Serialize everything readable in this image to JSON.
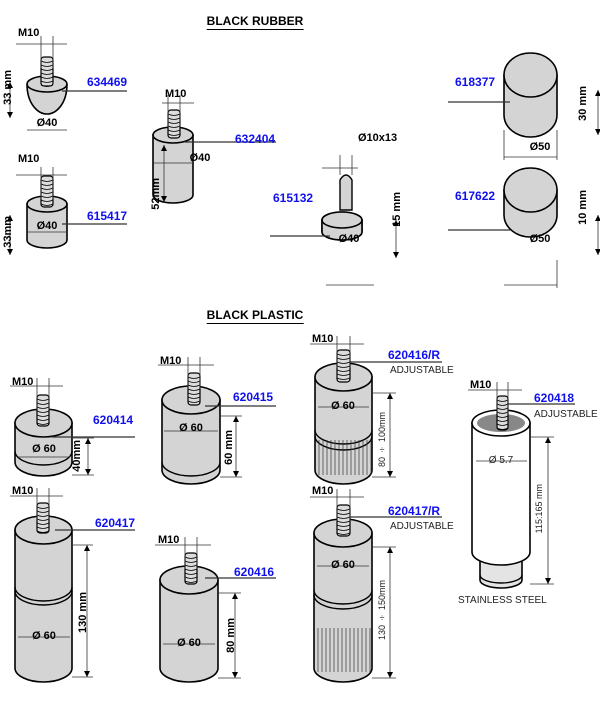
{
  "sections": {
    "rubber_title": "BLACK RUBBER",
    "plastic_title": "BLACK PLASTIC"
  },
  "rubber": [
    {
      "code": "634469",
      "thread": "M10",
      "height": "33 mm",
      "diameter": "Ø40"
    },
    {
      "code": "615417",
      "thread": "M10",
      "height": "33mm",
      "diameter": "Ø40"
    },
    {
      "code": "632404",
      "thread": "M10",
      "height": "52mm",
      "diameter": "Ø40"
    },
    {
      "code": "615132",
      "pin": "Ø10x13",
      "height": "15 mm",
      "diameter": "Ø40"
    },
    {
      "code": "618377",
      "height": "30 mm",
      "diameter": "Ø50"
    },
    {
      "code": "617622",
      "height": "10 mm",
      "diameter": "Ø50"
    }
  ],
  "plastic": [
    {
      "code": "620414",
      "thread": "M10",
      "height": "40mm",
      "diameter": "Ø 60"
    },
    {
      "code": "620415",
      "thread": "M10",
      "height": "60 mm",
      "diameter": "Ø 60"
    },
    {
      "code": "620416/R",
      "note": "ADJUSTABLE",
      "thread": "M10",
      "height": "80 ÷ 100mm",
      "diameter": "Ø 60"
    },
    {
      "code": "620418",
      "note": "ADJUSTABLE",
      "thread": "M10",
      "height": "115:165 mm",
      "diameter": "Ø 5.7",
      "material": "STAINLESS STEEL"
    },
    {
      "code": "620417",
      "thread": "M10",
      "height": "130 mm",
      "diameter": "Ø 60"
    },
    {
      "code": "620416",
      "thread": "M10",
      "height": "80 mm",
      "diameter": "Ø 60"
    },
    {
      "code": "620417/R",
      "note": "ADJUSTABLE",
      "thread": "M10",
      "height": "130 ÷ 150mm",
      "diameter": "Ø 60"
    }
  ],
  "colors": {
    "body": "#d4d4d4",
    "code": "#1010ee",
    "steel": "#ffffff"
  }
}
